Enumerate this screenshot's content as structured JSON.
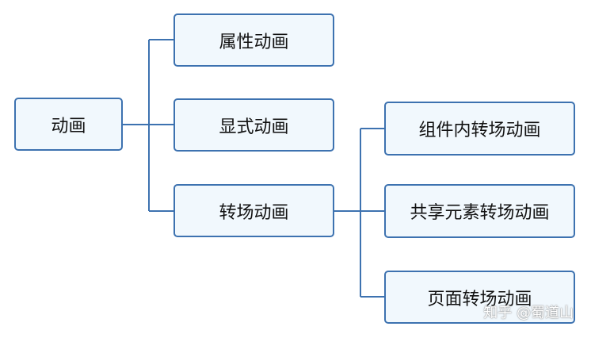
{
  "colors": {
    "border": "#3d72b0",
    "fill": "#f1f8fd",
    "line": "#3d72b0",
    "text": "#111111"
  },
  "tree": {
    "root": "动画",
    "level1": [
      "属性动画",
      "显式动画",
      "转场动画"
    ],
    "transition_children": [
      "组件内转场动画",
      "共享元素转场动画",
      "页面转场动画"
    ]
  },
  "watermark": "知乎 @蜀道山"
}
